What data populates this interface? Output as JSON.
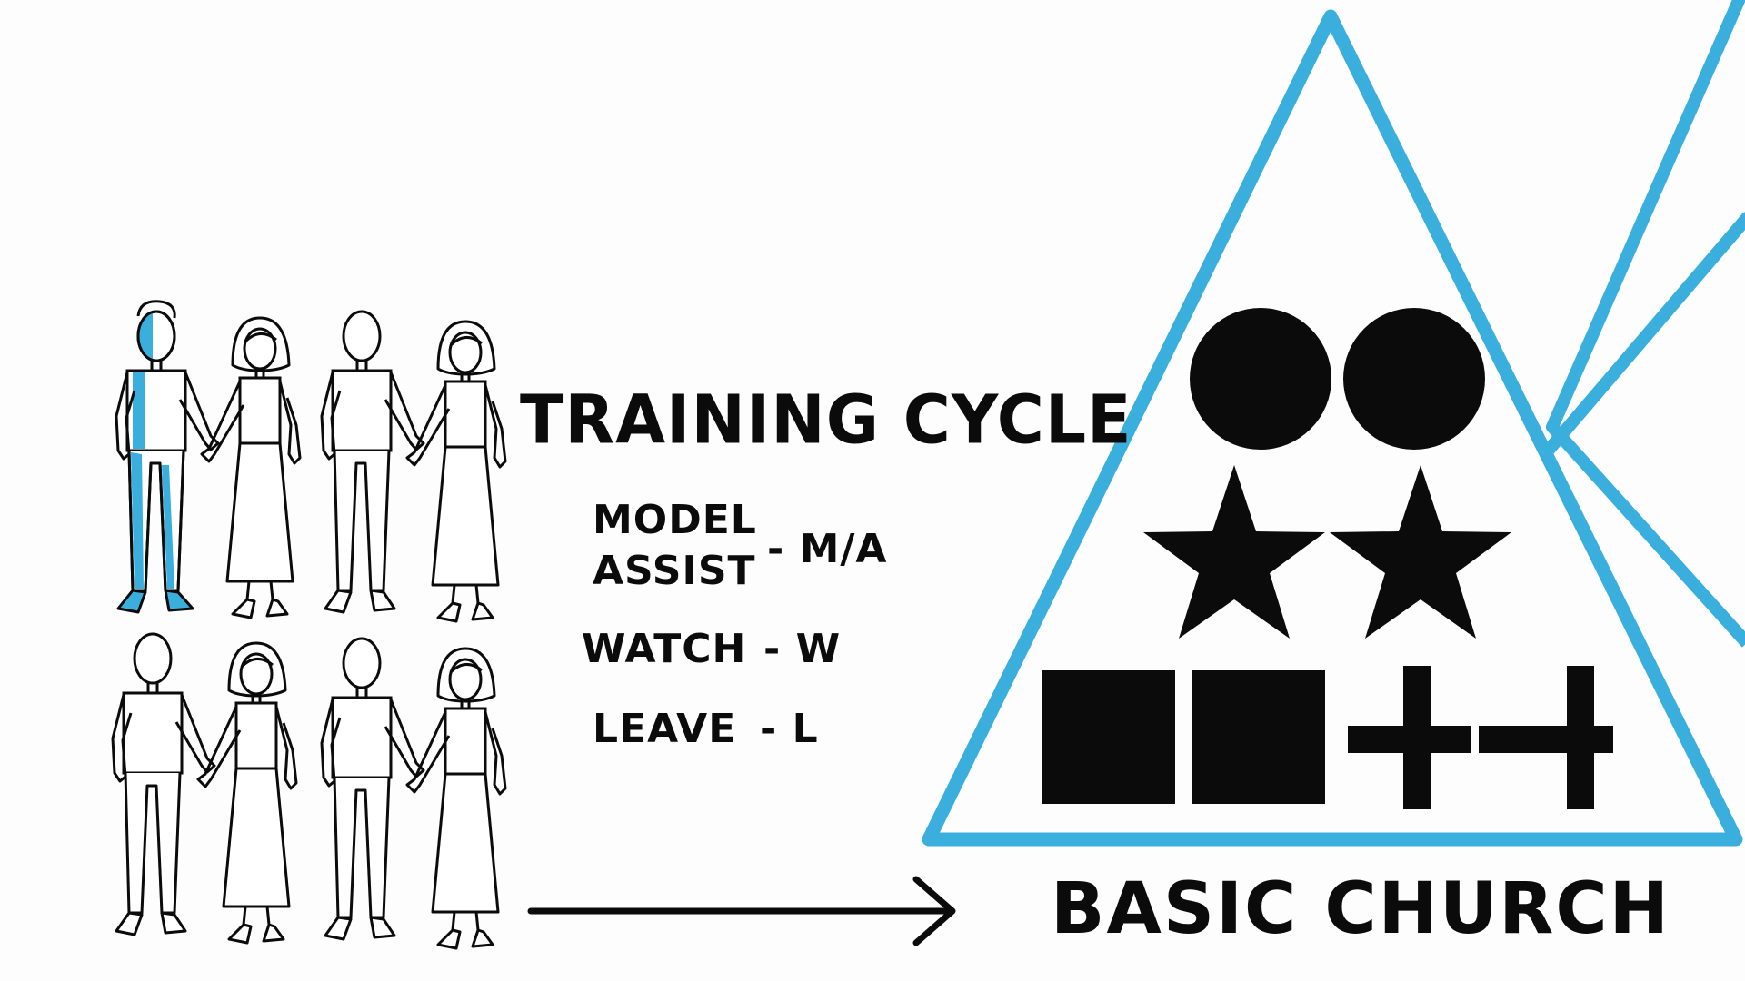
{
  "diagram": {
    "title": "TRAINING CYCLE",
    "steps": {
      "model": "MODEL",
      "assist": "ASSIST",
      "model_assist_code": "- M/A",
      "watch": "WATCH",
      "watch_code": "- W",
      "leave": "LEAVE",
      "leave_code": "- L"
    },
    "church_label": "BASIC CHURCH",
    "colors": {
      "accent_blue": "#3aaedc",
      "ink": "#0b0b0b",
      "background": "#fdfdfd"
    },
    "icons": {
      "people": "stick-figure-couple",
      "arrow": "right-arrow",
      "church": "triangle-with-circles-stars-squares-crosses"
    }
  }
}
